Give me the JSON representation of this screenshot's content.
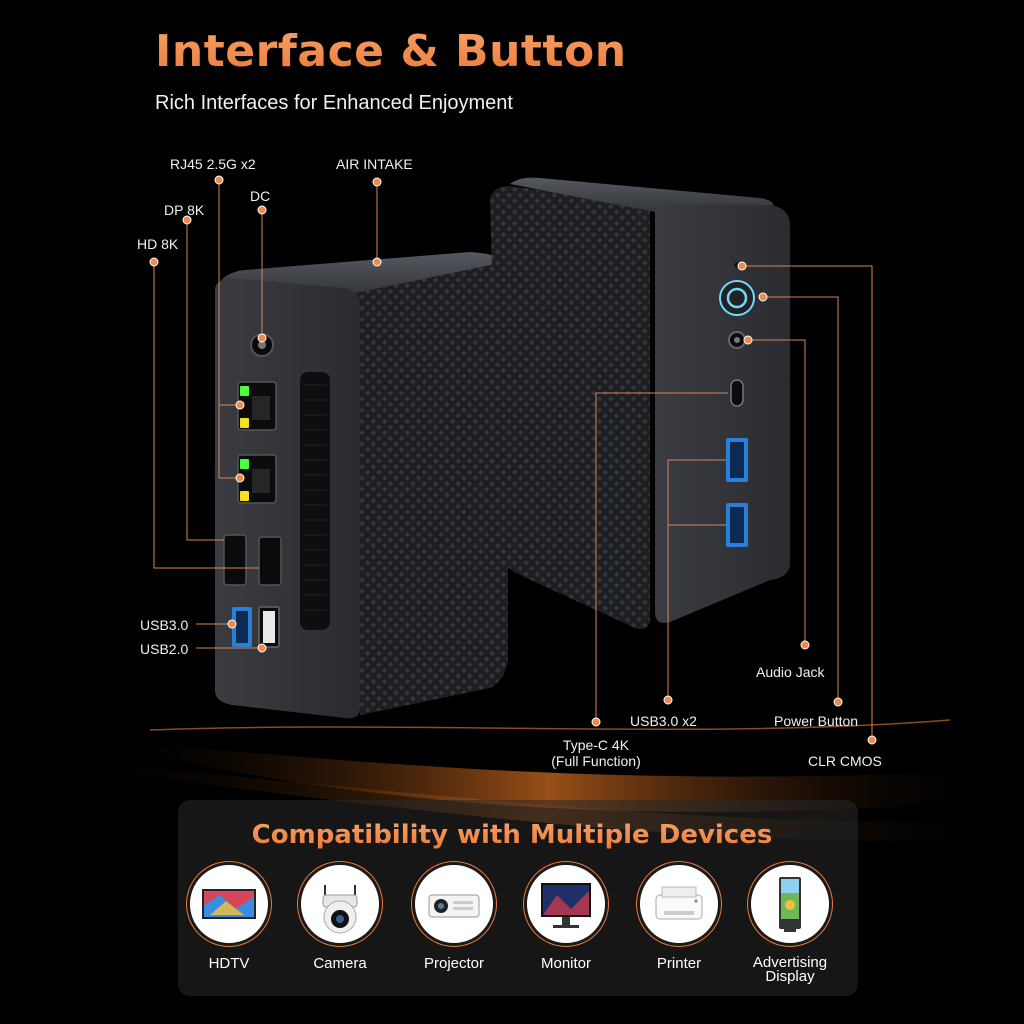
{
  "header": {
    "title": "Interface & Button",
    "subtitle": "Rich Interfaces for Enhanced Enjoyment"
  },
  "labels": {
    "rj45": "RJ45  2.5G x2",
    "air_intake": "AIR INTAKE",
    "dc": "DC",
    "dp": "DP 8K",
    "hd": "HD 8K",
    "usb30": "USB3.0",
    "usb20": "USB2.0",
    "audio_jack": "Audio Jack",
    "usb30x2": "USB3.0 x2",
    "power_button": "Power Button",
    "typec_line1": "Type-C 4K",
    "typec_line2": "(Full Function)",
    "clr_cmos": "CLR CMOS"
  },
  "compat": {
    "title": "Compatibility with Multiple Devices",
    "devices": [
      {
        "name": "HDTV",
        "icon": "hdtv-icon"
      },
      {
        "name": "Camera",
        "icon": "camera-icon"
      },
      {
        "name": "Projector",
        "icon": "projector-icon"
      },
      {
        "name": "Monitor",
        "icon": "monitor-icon"
      },
      {
        "name": "Printer",
        "icon": "printer-icon"
      },
      {
        "name": "Advertising Display",
        "name_line1": "Advertising",
        "name_line2": "Display",
        "icon": "advertising-display-icon"
      }
    ]
  },
  "colors": {
    "accent": "#ec7a37",
    "background": "#000000",
    "device_body": "#2d2f33",
    "led_green": "#4cff3a",
    "led_yellow": "#f6e21a",
    "usb3_blue": "#2a7fd8"
  }
}
